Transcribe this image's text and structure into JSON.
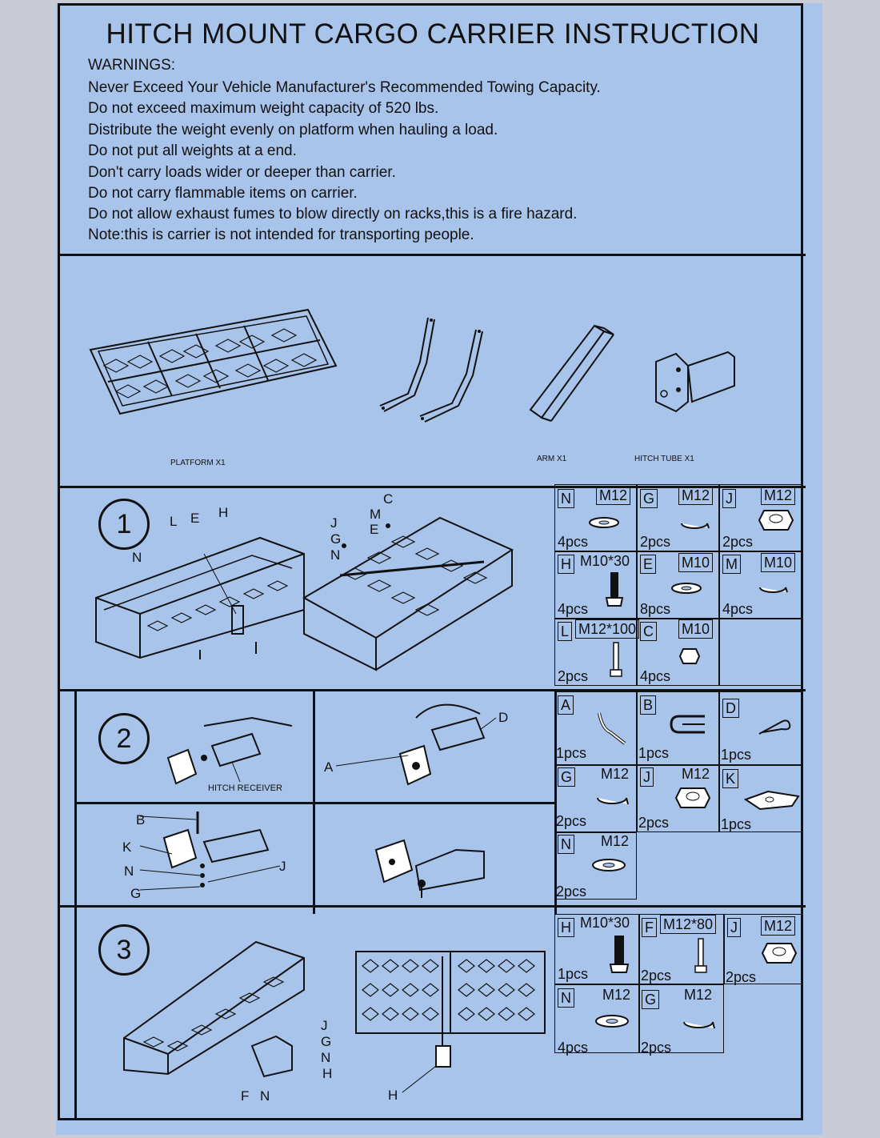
{
  "title": "HITCH MOUNT CARGO CARRIER INSTRUCTION",
  "warnings": {
    "heading": "WARNINGS:",
    "lines": [
      "Never Exceed Your Vehicle Manufacturer's Recommended Towing Capacity.",
      "Do not exceed maximum weight capacity of 520 lbs.",
      "Distribute the weight evenly on platform when hauling a load.",
      "Do not put all weights at a end.",
      "Don't carry loads wider or deeper than carrier.",
      "Do not carry flammable items on carrier.",
      "Do not allow exhaust fumes to blow directly on racks,this is a fire hazard.",
      "Note:this is carrier is not intended for transporting people."
    ]
  },
  "components": {
    "platform": "PLATFORM  X1",
    "arm": "ARM  X1",
    "hitch_tube": "HITCH TUBE  X1"
  },
  "step1": {
    "number": "1",
    "labels": {
      "L": "L",
      "E": "E",
      "H": "H",
      "N": "N",
      "C": "C",
      "M": "M",
      "J": "J",
      "G": "G",
      "E2": "E",
      "N2": "N"
    },
    "parts": [
      {
        "code": "N",
        "size": "M12",
        "qty": "4pcs",
        "icon": "washer-icon"
      },
      {
        "code": "G",
        "size": "M12",
        "qty": "2pcs",
        "icon": "lock-washer-icon"
      },
      {
        "code": "J",
        "size": "M12",
        "qty": "2pcs",
        "icon": "nut-icon"
      },
      {
        "code": "H",
        "size": "M10*30",
        "qty": "4pcs",
        "icon": "bolt-icon"
      },
      {
        "code": "E",
        "size": "M10",
        "qty": "8pcs",
        "icon": "washer-icon"
      },
      {
        "code": "M",
        "size": "M10",
        "qty": "4pcs",
        "icon": "lock-washer-icon"
      },
      {
        "code": "L",
        "size": "M12*100",
        "qty": "2pcs",
        "icon": "long-bolt-icon"
      },
      {
        "code": "C",
        "size": "M10",
        "qty": "4pcs",
        "icon": "nut-icon"
      }
    ]
  },
  "step2": {
    "number": "2",
    "hitch_receiver": "HITCH RECEIVER",
    "labels": {
      "A": "A",
      "D": "D",
      "B": "B",
      "K": "K",
      "N": "N",
      "G": "G",
      "J": "J"
    },
    "parts": [
      {
        "code": "A",
        "size": "",
        "qty": "1pcs",
        "icon": "pin-icon"
      },
      {
        "code": "B",
        "size": "",
        "qty": "1pcs",
        "icon": "u-bolt-icon"
      },
      {
        "code": "D",
        "size": "",
        "qty": "1pcs",
        "icon": "clip-icon"
      },
      {
        "code": "G",
        "size": "M12",
        "qty": "2pcs",
        "icon": "lock-washer-icon"
      },
      {
        "code": "J",
        "size": "M12",
        "qty": "2pcs",
        "icon": "nut-icon"
      },
      {
        "code": "K",
        "size": "",
        "qty": "1pcs",
        "icon": "bracket-icon"
      },
      {
        "code": "N",
        "size": "M12",
        "qty": "2pcs",
        "icon": "washer-icon"
      }
    ]
  },
  "step3": {
    "number": "3",
    "labels": {
      "J": "J",
      "G": "G",
      "N": "N",
      "H": "H",
      "F": "F",
      "N2": "N",
      "H2": "H"
    },
    "parts": [
      {
        "code": "H",
        "size": "M10*30",
        "qty": "1pcs",
        "icon": "bolt-icon"
      },
      {
        "code": "F",
        "size": "M12*80",
        "qty": "2pcs",
        "icon": "long-bolt-icon"
      },
      {
        "code": "J",
        "size": "M12",
        "qty": "2pcs",
        "icon": "nut-icon"
      },
      {
        "code": "N",
        "size": "M12",
        "qty": "4pcs",
        "icon": "washer-icon"
      },
      {
        "code": "G",
        "size": "M12",
        "qty": "2pcs",
        "icon": "lock-washer-icon"
      }
    ]
  }
}
